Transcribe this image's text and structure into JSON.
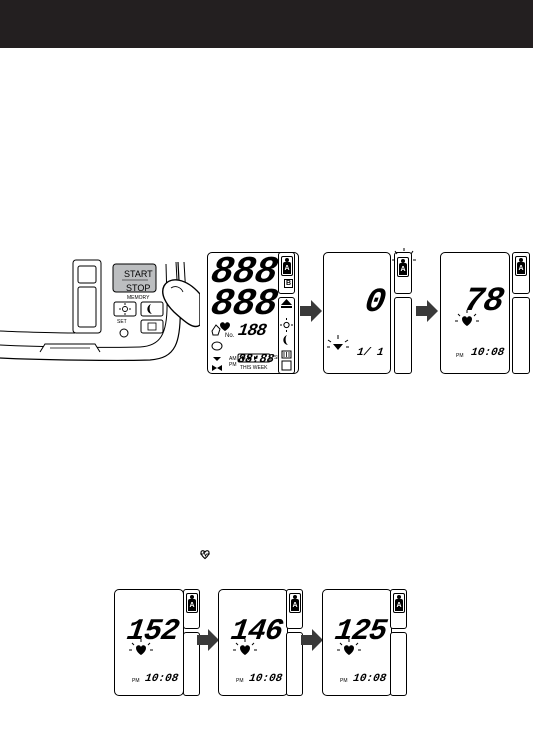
{
  "device": {
    "start_label": "START",
    "stop_label": "STOP",
    "memory_label": "MEMORY",
    "set_label": "SET"
  },
  "all_segments_screen": {
    "top_digits": "888",
    "bottom_digits": "888",
    "no_label": "No.",
    "pulse_digits": "188",
    "sec_label": "SEC",
    "am_label": "AM",
    "pm_label": "PM",
    "time_digits": "88:88",
    "this_week_label": "THIS WEEK",
    "user_a_label": "A",
    "user_b_label": "B"
  },
  "screen_zero": {
    "value": "0",
    "date": "1/ 1",
    "user_label": "A"
  },
  "screen_78": {
    "value": "78",
    "pm_label": "PM",
    "time": "10:08",
    "user_label": "A"
  },
  "deflation_screens": [
    {
      "value": "152",
      "pm_label": "PM",
      "time": "10:08",
      "user_label": "A"
    },
    {
      "value": "146",
      "pm_label": "PM",
      "time": "10:08",
      "user_label": "A"
    },
    {
      "value": "125",
      "pm_label": "PM",
      "time": "10:08",
      "user_label": "A"
    }
  ],
  "icons": {
    "inline": "heart-pulse-icon",
    "arrow": "right-arrow-icon",
    "sun": "sun-icon",
    "moon": "moon-icon"
  }
}
